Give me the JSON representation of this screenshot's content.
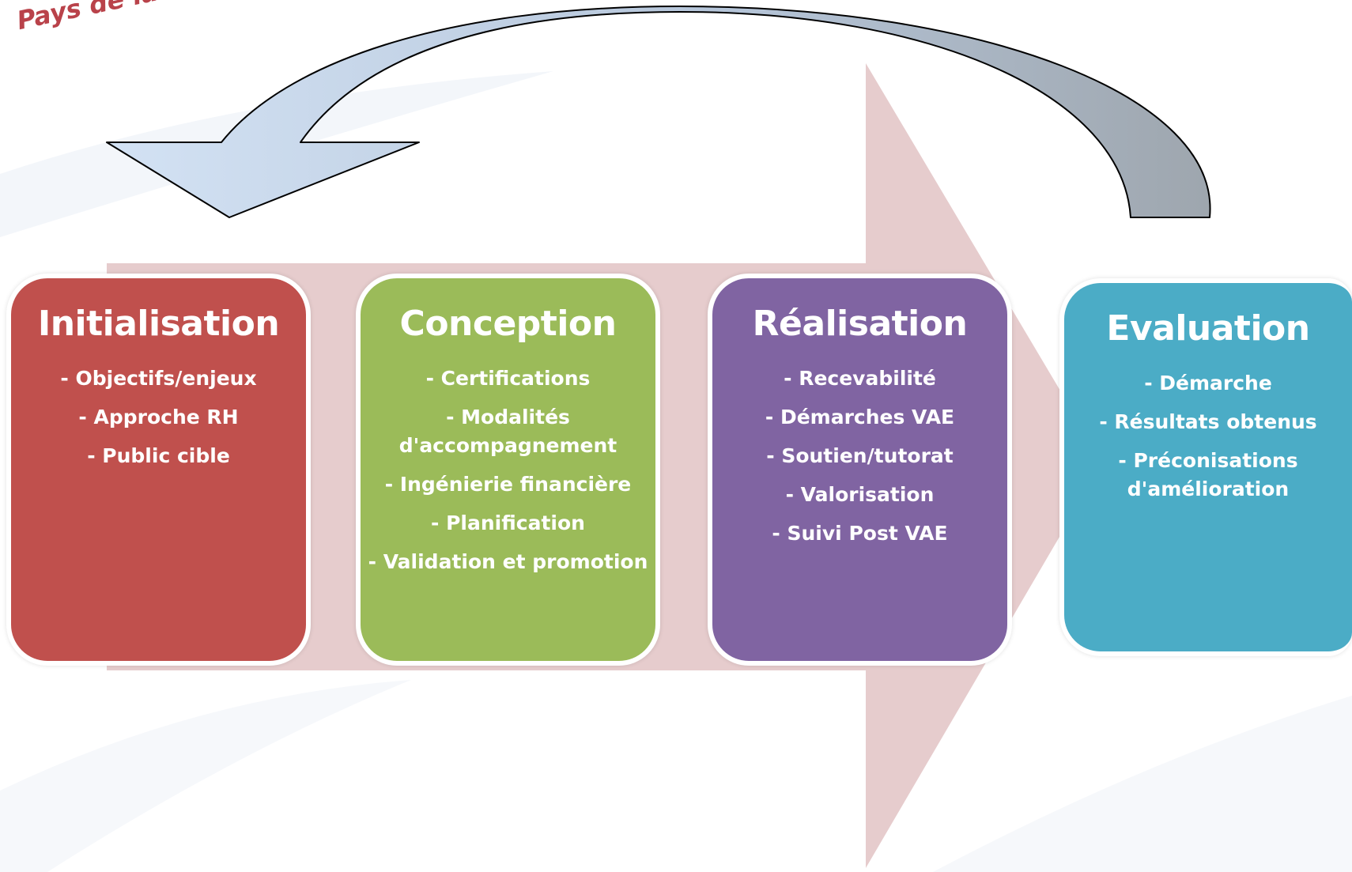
{
  "logo": {
    "text": "Pays de la Loire"
  },
  "colors": {
    "initialisation": "#c0504d",
    "conception": "#9bbb59",
    "realisation": "#8064a2",
    "evaluation": "#4bacc6",
    "big_arrow": "#e6cccd",
    "curved_arrow_light": "#c8d8ec",
    "curved_arrow_dark": "#9aa3ad"
  },
  "stages": [
    {
      "title": "Initialisation",
      "items": [
        "- Objectifs/enjeux",
        "- Approche RH",
        "- Public cible"
      ]
    },
    {
      "title": "Conception",
      "items": [
        "- Certifications",
        "- Modalités d'accompagnement",
        "- Ingénierie financière",
        "- Planification",
        "- Validation et promotion"
      ]
    },
    {
      "title": "Réalisation",
      "items": [
        "- Recevabilité",
        "- Démarches VAE",
        "- Soutien/tutorat",
        "- Valorisation",
        "- Suivi Post VAE"
      ]
    },
    {
      "title": "Evaluation",
      "items": [
        "- Démarche",
        "- Résultats obtenus",
        "- Préconisations d'amélioration"
      ]
    }
  ]
}
